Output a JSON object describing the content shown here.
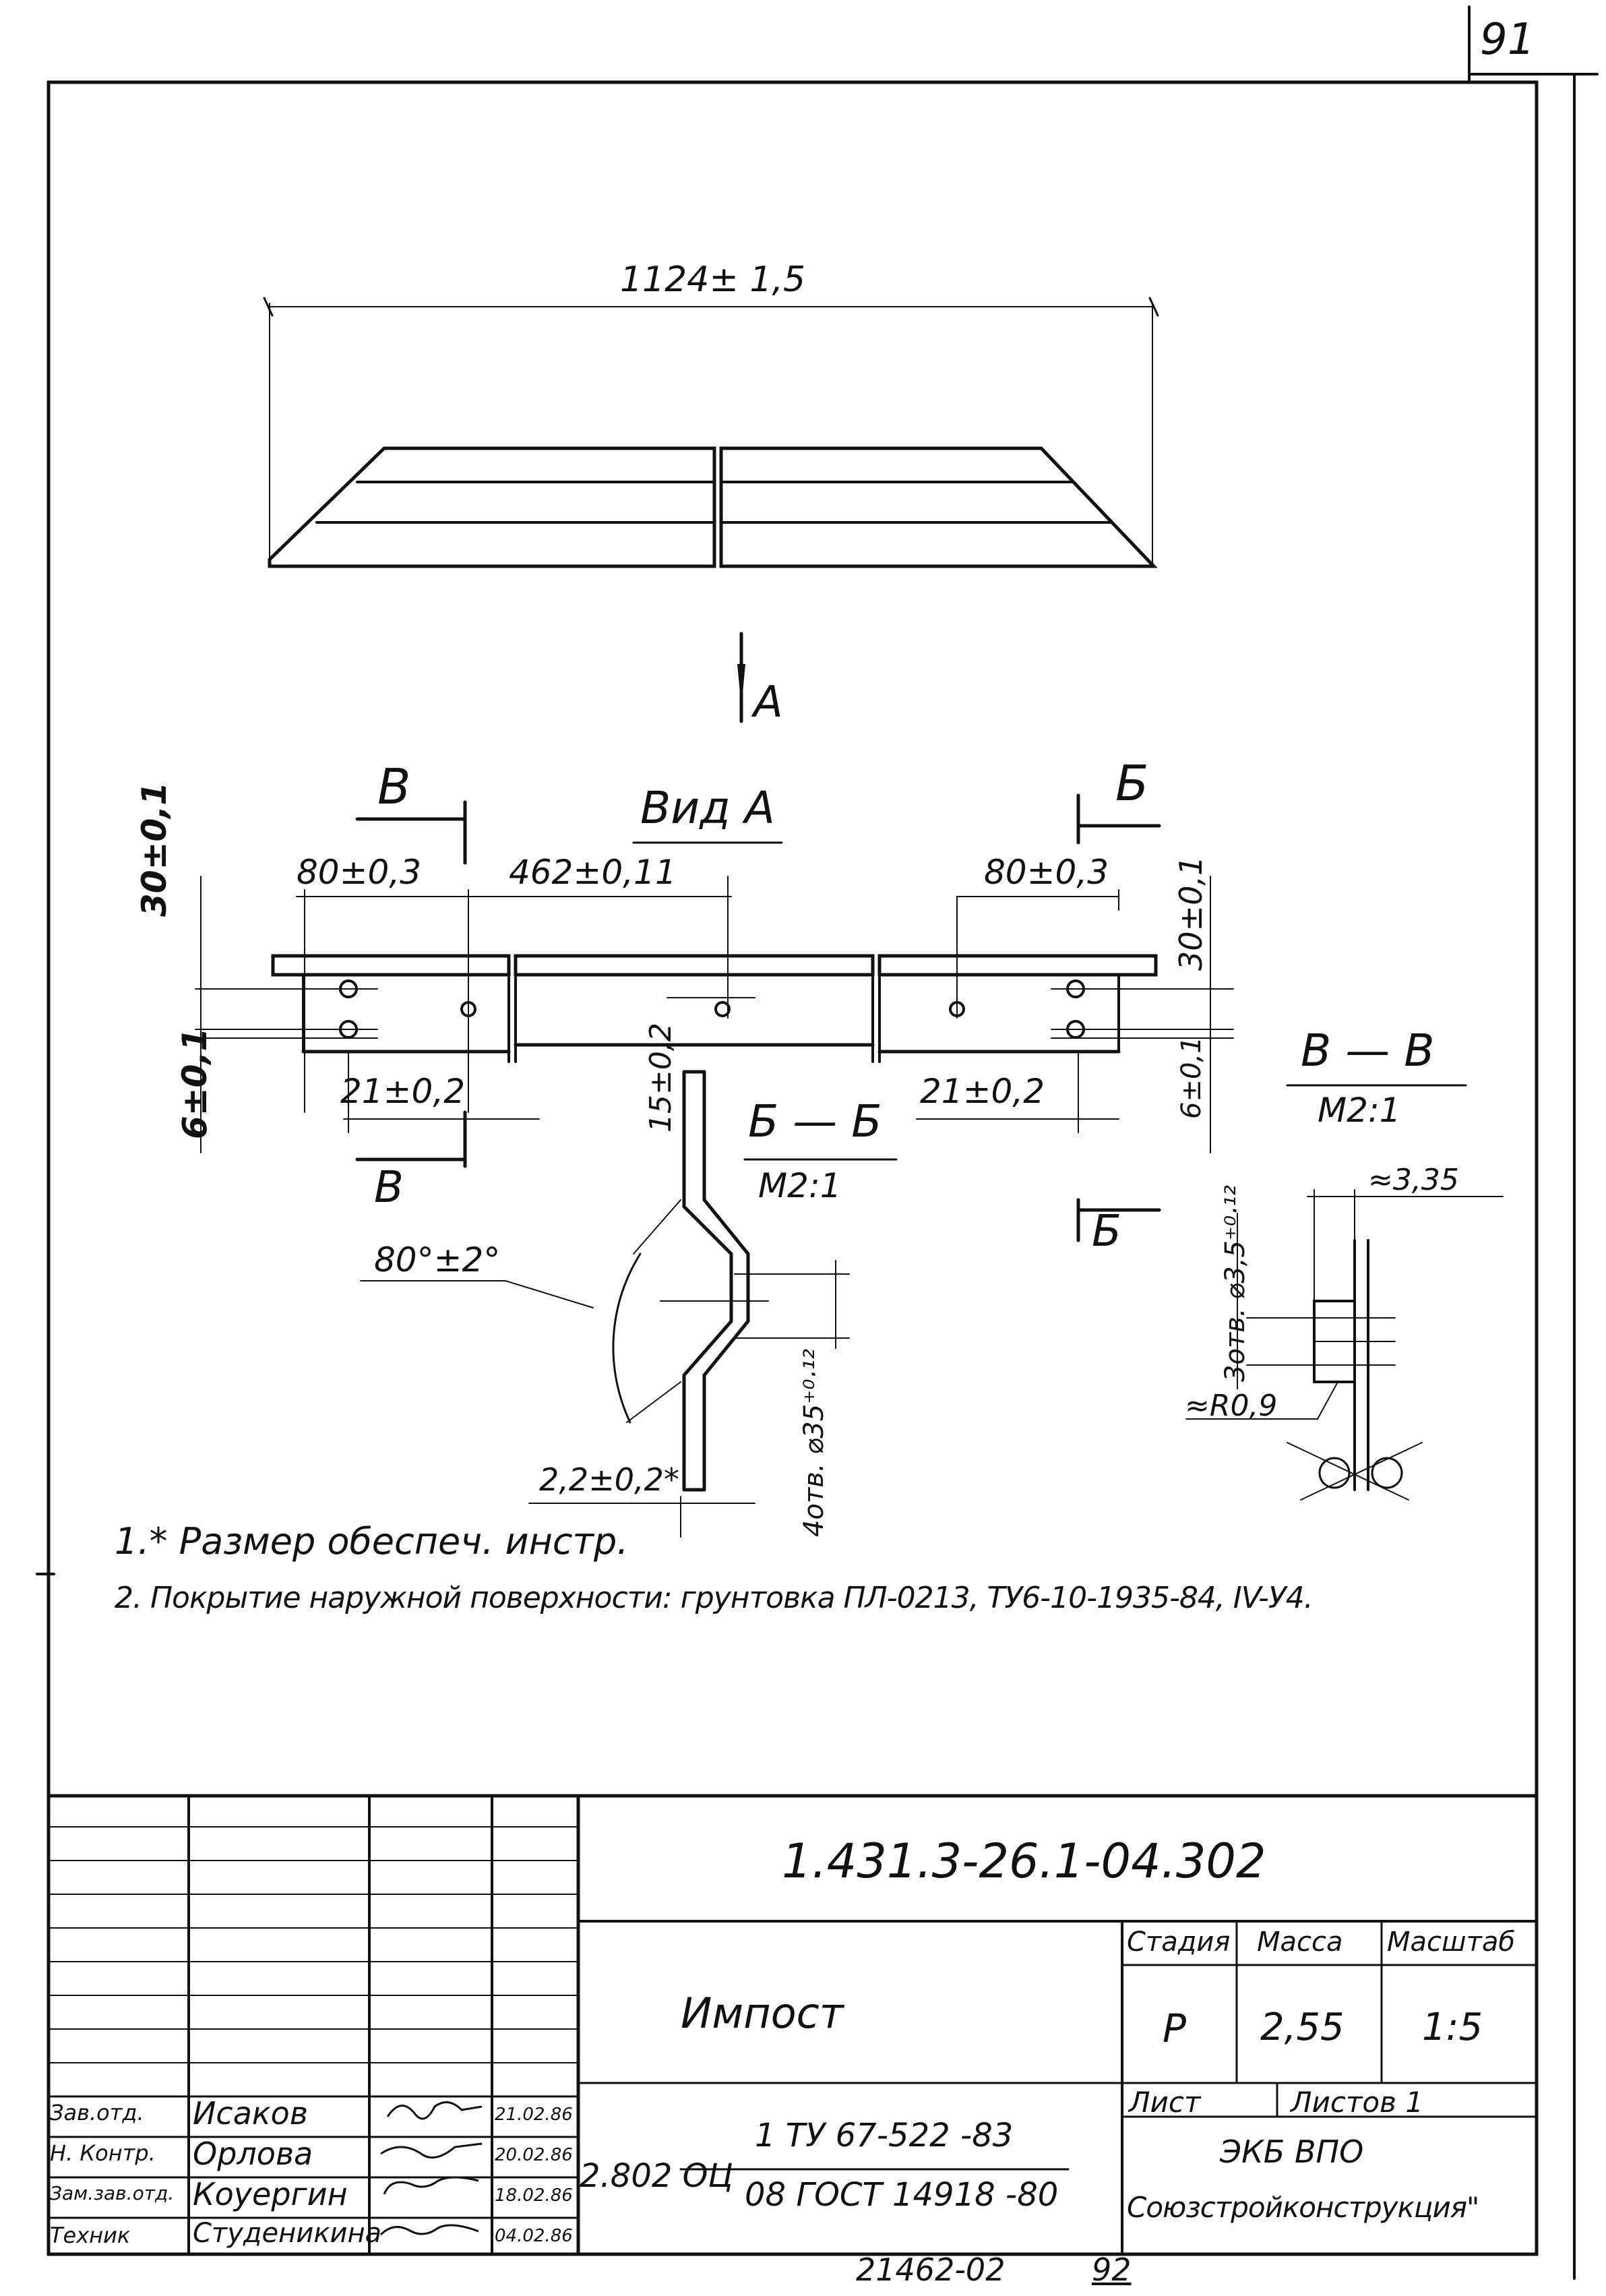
{
  "sheet": {
    "page_number": "91",
    "bottom_code": "21462-02",
    "bottom_page": "92"
  },
  "drawing": {
    "overall_length": "1124± 1,5",
    "view_arrow": "A",
    "view_title": "Вид А",
    "section_b_letter": "В",
    "section_bb_letter": "Б",
    "dim_80_left": "80±0,3",
    "dim_462": "462±0,11",
    "dim_80_right": "80±0,3",
    "dim_30_left": "30±0,1",
    "dim_30_right": "30±0,1",
    "dim_6_left": "6±0,1",
    "dim_6_right": "6±0,1",
    "dim_21_left": "21±0,2",
    "dim_21_right": "21±0,2",
    "dim_15": "15±0,2",
    "section_bb_title": "Б — Б",
    "section_bb_scale": "М2:1",
    "section_vv_title": "В — В",
    "section_vv_scale": "М2:1",
    "angle": "80°±2°",
    "thickness": "2,2±0,2*",
    "holes_bb": "4отв. ⌀35⁺⁰·¹²",
    "holes_vv": "3отв. ⌀3,5⁺⁰·¹²",
    "approx_335": "≈3,35",
    "approx_r09": "≈R0,9"
  },
  "notes": [
    "1.* Размер обеспеч. инстр.",
    "2. Покрытие наружной поверхности: грунтовка ПЛ-0213, ТУ6-10-1935-84, IV-У4."
  ],
  "title_block": {
    "doc_code": "1.431.3-26.1-04.302",
    "part_name": "Импост",
    "stage_header": "Стадия",
    "mass_header": "Масса",
    "scale_header": "Масштаб",
    "stage": "Р",
    "mass": "2,55",
    "scale": "1:5",
    "sheet_label": "Лист",
    "sheets_label": "Листов 1",
    "org_line1": "ЭКБ  ВПО",
    "org_line2": "Союзстройконструкция\"",
    "material_code": "2.802 ОЦ",
    "material_spec1": "1 ТУ 67-522 -83",
    "material_spec2": "08 ГОСТ 14918 -80",
    "staff": [
      {
        "role": "Зав.отд.",
        "name": "Исаков",
        "date": "21.02.86"
      },
      {
        "role": "Н. Контр.",
        "name": "Орлова",
        "date": "20.02.86"
      },
      {
        "role": "Зам.зав.отд.",
        "name": "Коуергин",
        "date": "18.02.86"
      },
      {
        "role": "Техник",
        "name": "Студеникина",
        "date": "04.02.86"
      }
    ]
  }
}
